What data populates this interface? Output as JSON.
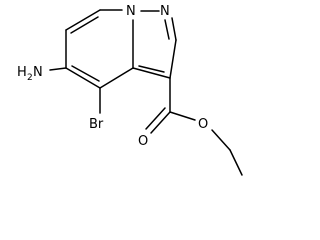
{
  "structure": {
    "atoms": {
      "n_ring": "N",
      "n_pyrazole": "N",
      "amine_h": "H",
      "amine_sub": "2",
      "amine_n": "N",
      "bromine": "Br",
      "carbonyl_o": "O",
      "ester_o": "O"
    },
    "colors": {
      "bond": "#000000",
      "label": "#000000",
      "background": "#ffffff"
    }
  }
}
